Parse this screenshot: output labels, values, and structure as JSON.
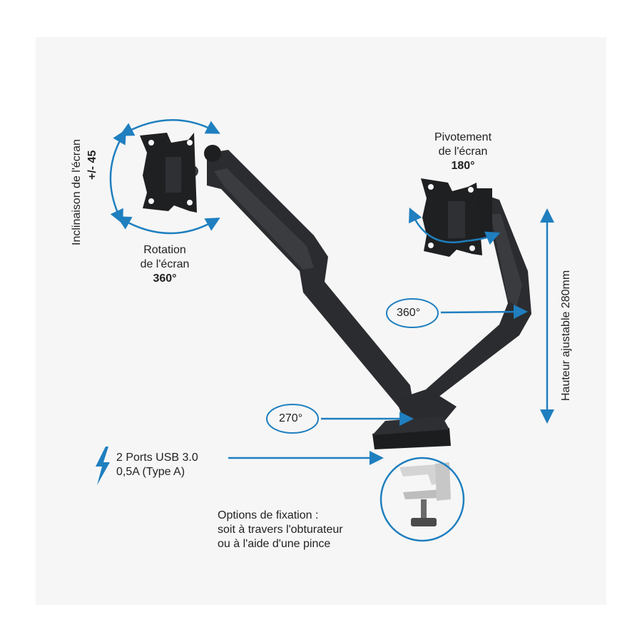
{
  "labels": {
    "tilt_line1": "Inclinaison de l'écran",
    "tilt_line2": "+/- 45",
    "rotation_line1": "Rotation",
    "rotation_line2": "de l'écran",
    "rotation_line3": "360°",
    "pivot_line1": "Pivotement",
    "pivot_line2": "de l'écran",
    "pivot_line3": "180°",
    "height": "Hauteur ajustable 280mm",
    "joint_upper": "360°",
    "joint_lower": "270°",
    "usb_line1": "2 Ports USB 3.0",
    "usb_line2": "0,5A (Type A)",
    "mount_line1": "Options de fixation :",
    "mount_line2": "soit à travers l'obturateur",
    "mount_line3": "ou à l'aide d'une pince"
  },
  "colors": {
    "accent_blue": "#1f7fbf",
    "arm_dark": "#2a2b2e",
    "background": "#f6f6f6",
    "text": "#222222"
  },
  "icons": [
    "lightning-icon"
  ]
}
